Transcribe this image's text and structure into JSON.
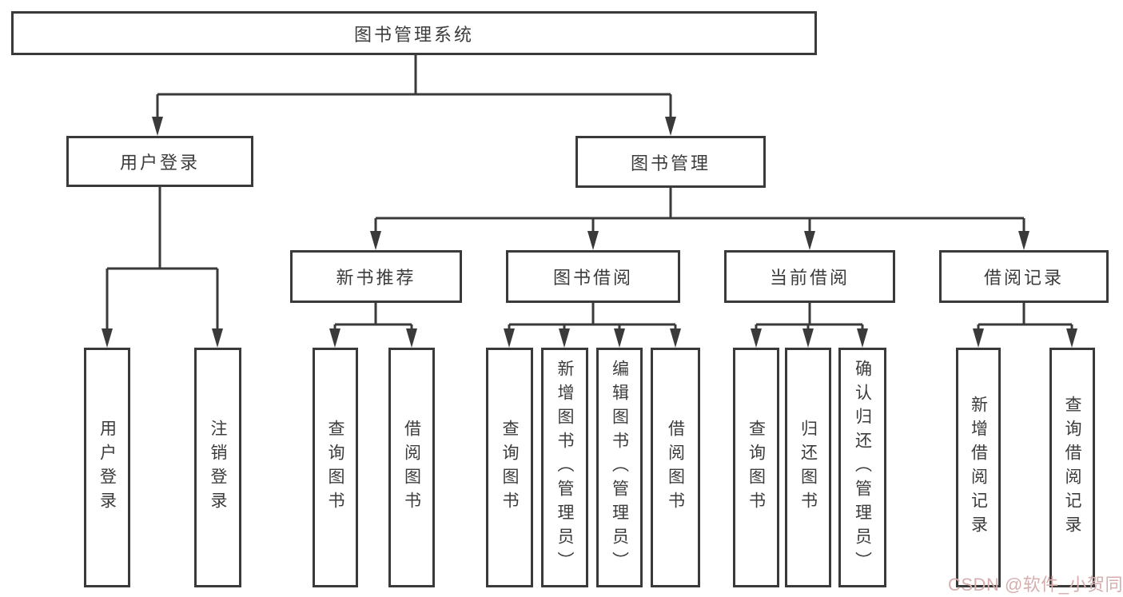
{
  "tree": {
    "root": {
      "label": "图书管理系统"
    },
    "user_branch": {
      "label": "用户登录",
      "leaves": [
        {
          "label": "用户登录"
        },
        {
          "label": "注销登录"
        }
      ]
    },
    "book_branch": {
      "label": "图书管理",
      "groups": [
        {
          "label": "新书推荐",
          "leaves": [
            {
              "label": "查询图书"
            },
            {
              "label": "借阅图书"
            }
          ]
        },
        {
          "label": "图书借阅",
          "leaves": [
            {
              "label": "查询图书"
            },
            {
              "label": "新增图书（管理员）"
            },
            {
              "label": "编辑图书（管理员）"
            },
            {
              "label": "借阅图书"
            }
          ]
        },
        {
          "label": "当前借阅",
          "leaves": [
            {
              "label": "查询图书"
            },
            {
              "label": "归还图书"
            },
            {
              "label": "确认归还（管理员）"
            }
          ]
        },
        {
          "label": "借阅记录",
          "leaves": [
            {
              "label": "新增借阅记录"
            },
            {
              "label": "查询借阅记录"
            }
          ]
        }
      ]
    }
  },
  "watermark": {
    "text": "CSDN @软件_小贺同学"
  },
  "colors": {
    "line": "#3a3a3a",
    "text": "#3c3c3c",
    "background": "#ffffff",
    "watermark": "#d6aeae"
  }
}
